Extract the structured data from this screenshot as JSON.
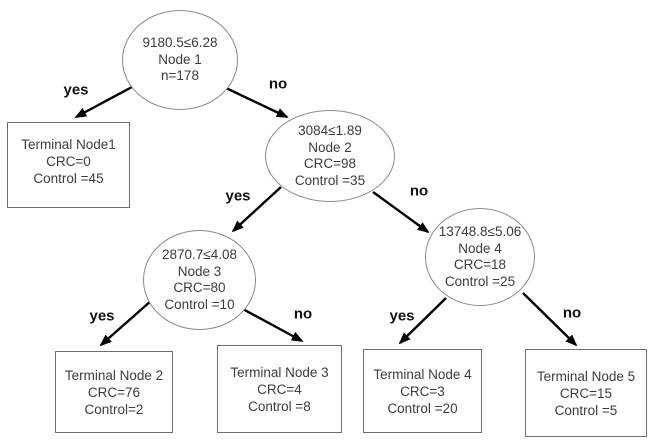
{
  "diagram": {
    "type": "decision-tree",
    "background": "#ffffff",
    "ellipse_border_color": "#8a8a8a",
    "box_border_color": "#6f6f6f",
    "arrow_color": "#000000",
    "text_color": "#3c3c3c",
    "edge_label_color": "#111111"
  },
  "nodes": {
    "node1": {
      "lines": [
        "9180.5≤6.28",
        "Node 1",
        "n=178"
      ]
    },
    "node2": {
      "lines": [
        "3084≤1.89",
        "Node 2",
        "CRC=98",
        "Control =35"
      ]
    },
    "node3": {
      "lines": [
        "2870.7≤4.08",
        "Node 3",
        "CRC=80",
        "Control =10"
      ]
    },
    "node4": {
      "lines": [
        "13748.8≤5.06",
        "Node 4",
        "CRC=18",
        "Control =25"
      ]
    }
  },
  "terminals": {
    "t1": {
      "lines": [
        "Terminal Node1",
        "CRC=0",
        "Control =45"
      ]
    },
    "t2": {
      "lines": [
        "Terminal Node 2",
        "CRC=76",
        "Control=2"
      ]
    },
    "t3": {
      "lines": [
        "Terminal Node 3",
        "CRC=4",
        "Control =8"
      ]
    },
    "t4": {
      "lines": [
        "Terminal Node 4",
        "CRC=3",
        "Control =20"
      ]
    },
    "t5": {
      "lines": [
        "Terminal Node 5",
        "CRC=15",
        "Control =5"
      ]
    }
  },
  "edge_labels": {
    "node1_yes": "yes",
    "node1_no": "no",
    "node2_yes": "yes",
    "node2_no": "no",
    "node3_yes": "yes",
    "node3_no": "no",
    "node4_yes": "yes",
    "node4_no": "no"
  }
}
